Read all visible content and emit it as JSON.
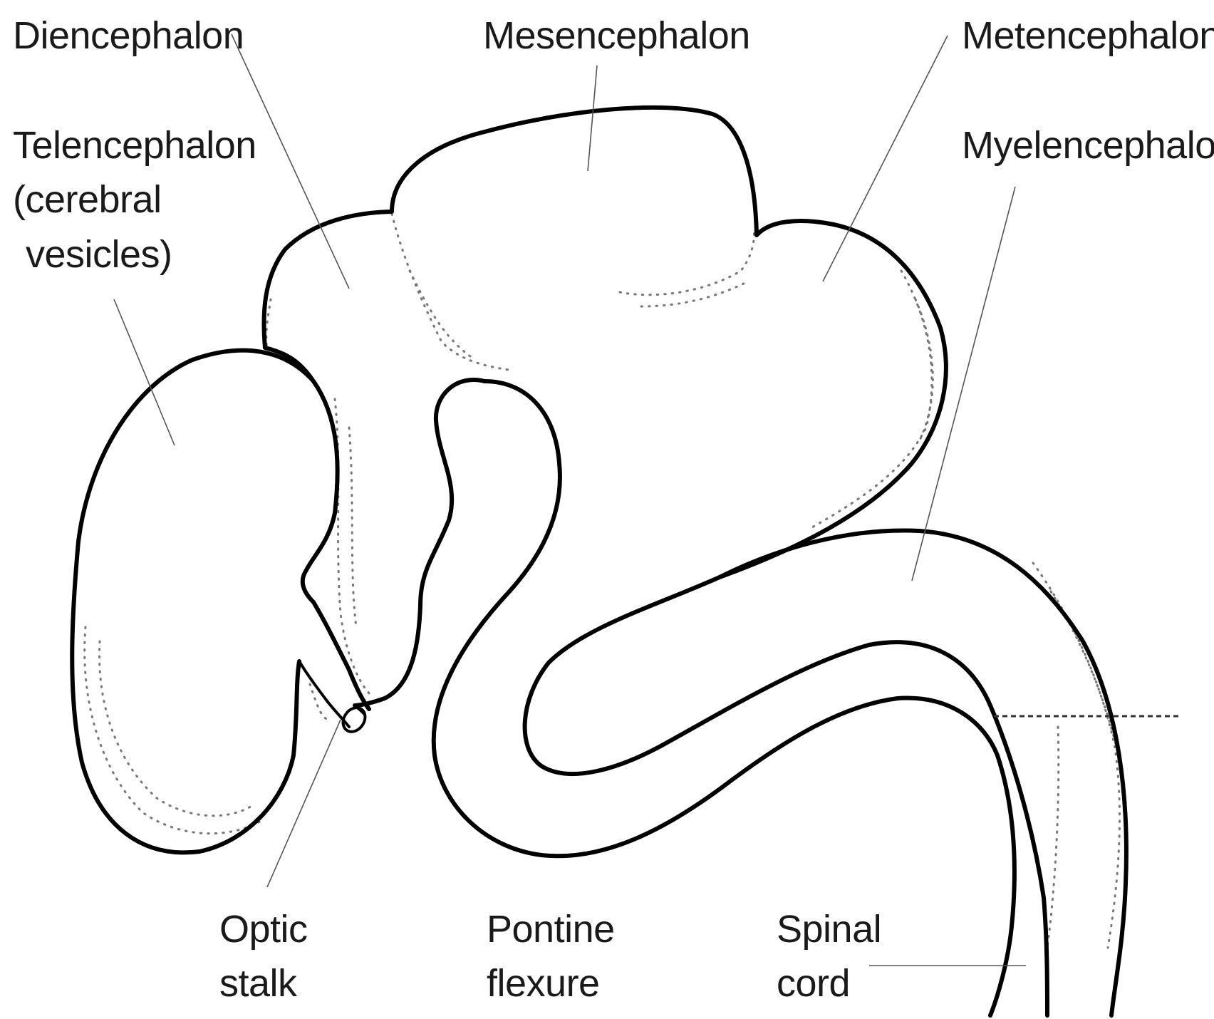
{
  "labels": {
    "diencephalon": "Diencephalon",
    "mesencephalon": "Mesencephalon",
    "metencephalon": "Metencephalon",
    "telencephalon_line1": "Telencephalon",
    "telencephalon_line2": "(cerebral",
    "telencephalon_line3": "vesicles)",
    "myelencephalon": "Myelencephalon",
    "optic_line1": "Optic",
    "optic_line2": "stalk",
    "pontine_line1": "Pontine",
    "pontine_line2": "flexure",
    "spinal_line1": "Spinal",
    "spinal_line2": "cord"
  }
}
